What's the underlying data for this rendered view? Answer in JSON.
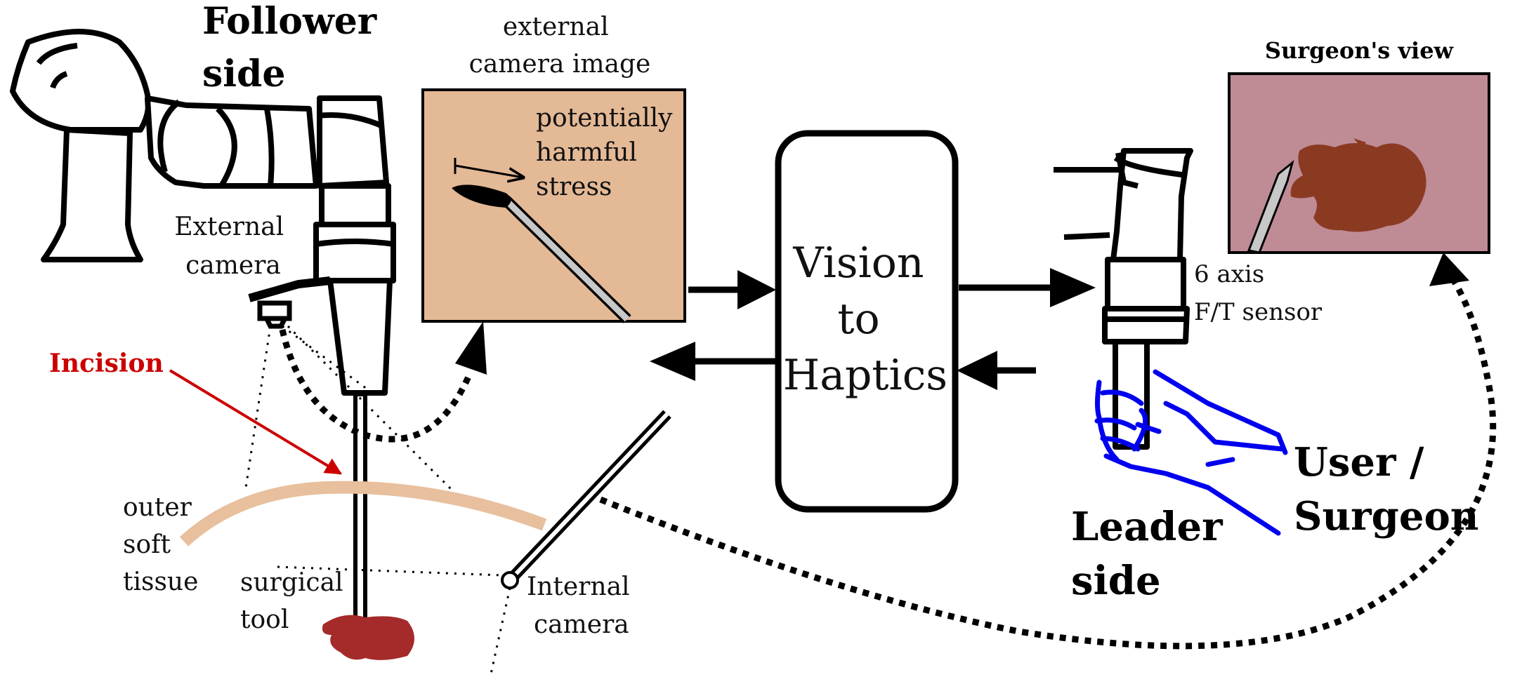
{
  "diagram": {
    "follower_side": [
      "Follower",
      "side"
    ],
    "leader_side": [
      "Leader",
      "side"
    ],
    "external_camera_image_label": [
      "external",
      "camera image"
    ],
    "stress_label": [
      "potentially",
      "harmful",
      "stress"
    ],
    "center_box": [
      "Vision",
      "to",
      "Haptics"
    ],
    "surgeons_view_title": "Surgeon's view",
    "sensor_label": [
      "6 axis",
      "F/T sensor"
    ],
    "user_label": [
      "User /",
      "Surgeon"
    ],
    "external_camera_label": [
      "External",
      "camera"
    ],
    "incision_label": "Incision",
    "outer_tissue_label": [
      "outer",
      "soft",
      "tissue"
    ],
    "surgical_tool_label": [
      "surgical",
      "tool"
    ],
    "internal_camera_label": [
      "Internal",
      "camera"
    ]
  },
  "colors": {
    "camera_image_bg": "#e4b996",
    "surgeons_view_bg": "#bf8c96",
    "organ_view": "#8b3a22",
    "tissue": "#e8c09e",
    "organ": "#a52a2a",
    "hand": "#0000ee",
    "incision": "#cc0000",
    "ink": "#000000"
  }
}
